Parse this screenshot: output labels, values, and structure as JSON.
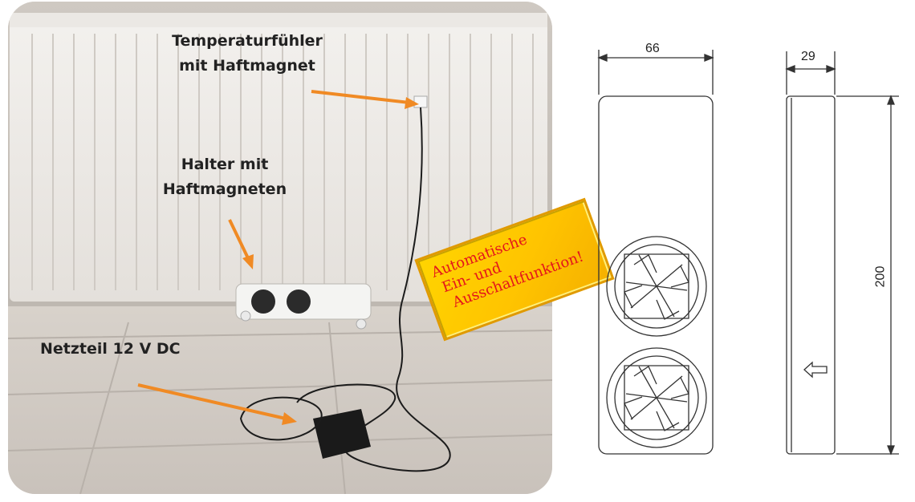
{
  "labels": {
    "sensor": [
      "Temperaturfühler",
      "mit Haftmagnet"
    ],
    "holder": [
      "Halter mit",
      "Haftmagneten"
    ],
    "power_supply": "Netzteil 12 V DC"
  },
  "badge": {
    "lines": [
      "Automatische",
      "Ein- und",
      "Ausschaltfunktion!"
    ],
    "background": "#ffc400",
    "text_color": "#e4141b"
  },
  "drawing": {
    "width_dim": "66",
    "depth_dim": "29",
    "height_dim": "200"
  },
  "colors": {
    "arrow": "#f08a24"
  }
}
